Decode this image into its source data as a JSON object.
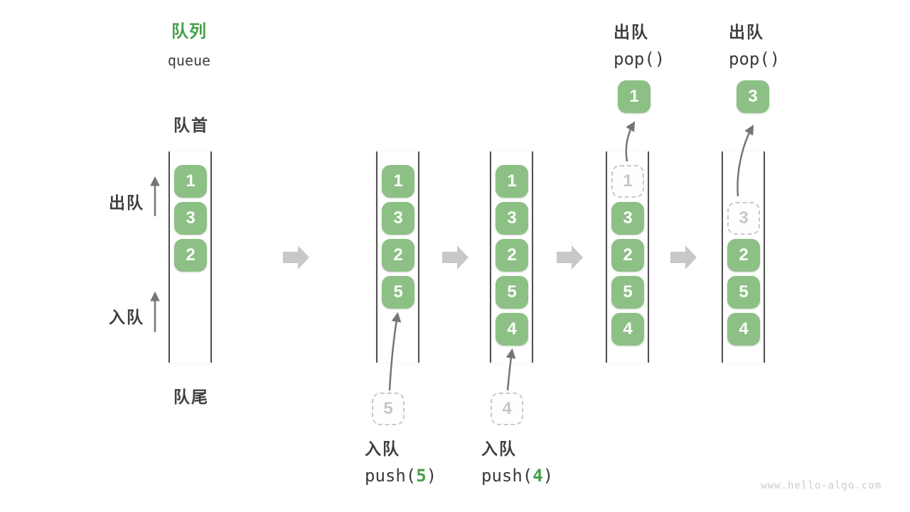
{
  "title": {
    "zh": "队列",
    "en": "queue"
  },
  "side_labels": {
    "front": "队首",
    "rear": "队尾",
    "dequeue": "出队",
    "enqueue": "入队"
  },
  "columns": [
    {
      "items": [
        {
          "value": "1",
          "slot": 0,
          "variant": "solid"
        },
        {
          "value": "3",
          "slot": 1,
          "variant": "solid"
        },
        {
          "value": "2",
          "slot": 2,
          "variant": "solid"
        }
      ]
    },
    {
      "items": [
        {
          "value": "1",
          "slot": 0,
          "variant": "solid"
        },
        {
          "value": "3",
          "slot": 1,
          "variant": "solid"
        },
        {
          "value": "2",
          "slot": 2,
          "variant": "solid"
        },
        {
          "value": "5",
          "slot": 3,
          "variant": "solid"
        }
      ]
    },
    {
      "items": [
        {
          "value": "1",
          "slot": 0,
          "variant": "solid"
        },
        {
          "value": "3",
          "slot": 1,
          "variant": "solid"
        },
        {
          "value": "2",
          "slot": 2,
          "variant": "solid"
        },
        {
          "value": "5",
          "slot": 3,
          "variant": "solid"
        },
        {
          "value": "4",
          "slot": 4,
          "variant": "solid"
        }
      ]
    },
    {
      "items": [
        {
          "value": "1",
          "slot": 0,
          "variant": "ghost"
        },
        {
          "value": "3",
          "slot": 1,
          "variant": "solid"
        },
        {
          "value": "2",
          "slot": 2,
          "variant": "solid"
        },
        {
          "value": "5",
          "slot": 3,
          "variant": "solid"
        },
        {
          "value": "4",
          "slot": 4,
          "variant": "solid"
        }
      ]
    },
    {
      "items": [
        {
          "value": "3",
          "slot": 1,
          "variant": "ghost"
        },
        {
          "value": "2",
          "slot": 2,
          "variant": "solid"
        },
        {
          "value": "5",
          "slot": 3,
          "variant": "solid"
        },
        {
          "value": "4",
          "slot": 4,
          "variant": "solid"
        }
      ]
    }
  ],
  "staged_boxes": [
    {
      "value": "5",
      "variant": "ghost"
    },
    {
      "value": "4",
      "variant": "ghost"
    }
  ],
  "popped_boxes": [
    {
      "value": "1",
      "variant": "solid"
    },
    {
      "value": "3",
      "variant": "solid"
    }
  ],
  "ops": [
    {
      "zh": "入队",
      "code_prefix": "push(",
      "code_arg": "5",
      "code_suffix": ")"
    },
    {
      "zh": "入队",
      "code_prefix": "push(",
      "code_arg": "4",
      "code_suffix": ")"
    },
    {
      "zh": "出队",
      "code_prefix": "pop()",
      "code_arg": "",
      "code_suffix": ""
    },
    {
      "zh": "出队",
      "code_prefix": "pop()",
      "code_arg": "",
      "code_suffix": ""
    }
  ],
  "colors": {
    "box_green": "#8CC084",
    "accent_green": "#43A047",
    "text_dark": "#3F3F3F",
    "container_line": "#4F4F4F",
    "thin_arrow": "#757575",
    "block_arrow": "#C8C8C8",
    "ghost_gray": "#C9C9C9"
  },
  "watermark": "www.hello-algo.com"
}
